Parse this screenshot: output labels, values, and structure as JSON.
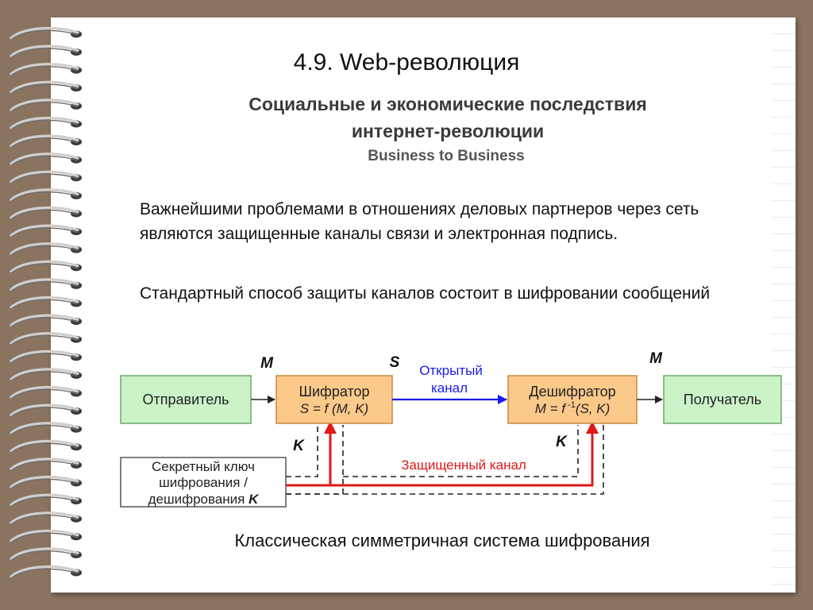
{
  "slide": {
    "title": "4.9. Web-революция",
    "subtitle_line1": "Социальные и экономические последствия",
    "subtitle_line2": "интернет-революции",
    "subtitle_line3": "Business to Business",
    "paragraph1": "Важнейшими проблемами в отношениях деловых партнеров через сеть являются защищенные каналы связи и электронная подпись.",
    "paragraph2": "Стандартный способ защиты каналов состоит в  шифровании сообщений",
    "caption": "Классическая симметричная система шифрования"
  },
  "diagram": {
    "sender": "Отправитель",
    "encryptor_line1": "Шифратор",
    "encryptor_line2": "S = f (M, K)",
    "decryptor_line1": "Дешифратор",
    "decryptor_line2_prefix": "M = f",
    "decryptor_line2_sup": " -1",
    "decryptor_line2_suffix": "(S, K)",
    "receiver": "Получатель",
    "open_channel_line1": "Открытый",
    "open_channel_line2": "канал",
    "secure_channel": "Защищенный канал",
    "key_box_line1": "Секретный ключ",
    "key_box_line2": "шифрования /",
    "key_box_line3": "дешифрования",
    "key_box_line3_symbol": "K",
    "label_m_left": "M",
    "label_s": "S",
    "label_m_right": "M",
    "label_k_left": "K",
    "label_k_right": "K"
  },
  "colors": {
    "background": "#8a7460",
    "paper": "#ffffff",
    "green_box_fill": "#ccf2c8",
    "green_box_stroke": "#6aa86a",
    "orange_box_fill": "#fbc98a",
    "orange_box_stroke": "#c98a3a",
    "open_channel": "#1a1aee",
    "secure_channel": "#e01818"
  },
  "icons": [
    "spiral-binding"
  ]
}
